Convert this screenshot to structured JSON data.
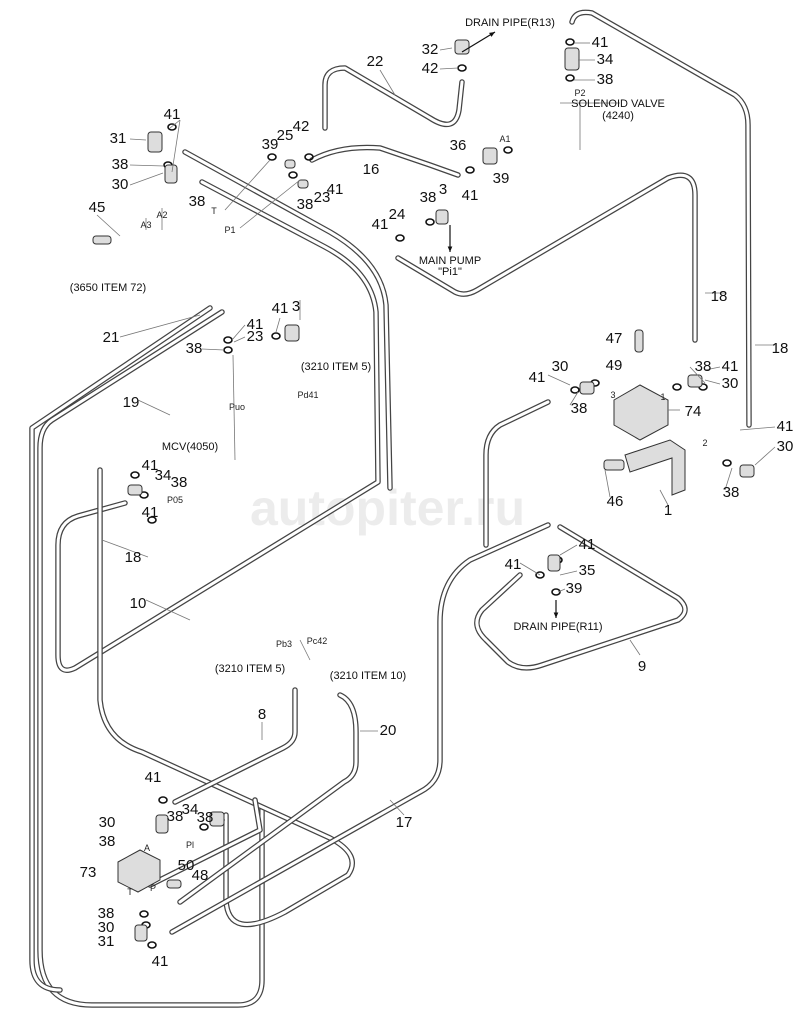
{
  "watermark": "autopiter.ru",
  "notes": [
    "DRAIN PIPE(R13)",
    "SOLENOID VALVE",
    "(4240)",
    "MAIN PUMP",
    "\"Pi1\"",
    "(3650 ITEM 72)",
    "(3210 ITEM 5)",
    "MCV(4050)",
    "(3210 ITEM 5)",
    "(3210 ITEM 10)",
    "DRAIN PIPE(R11)"
  ],
  "ports": [
    "P2",
    "A3",
    "A2",
    "T",
    "P1",
    "A1",
    "Pd41",
    "Puo",
    "P05",
    "Pb3",
    "Pc42",
    "A",
    "Pl",
    "P",
    "T",
    "3",
    "1",
    "2"
  ],
  "callouts": [
    "32",
    "42",
    "22",
    "41",
    "34",
    "38",
    "41",
    "31",
    "38",
    "30",
    "45",
    "38",
    "39",
    "25",
    "42",
    "16",
    "38",
    "23",
    "41",
    "36",
    "39",
    "41",
    "38",
    "3",
    "24",
    "41",
    "21",
    "41",
    "23",
    "38",
    "41",
    "3",
    "19",
    "41",
    "34",
    "38",
    "41",
    "18",
    "10",
    "8",
    "20",
    "17",
    "41",
    "30",
    "38",
    "38",
    "34",
    "38",
    "73",
    "50",
    "48",
    "38",
    "30",
    "31",
    "41",
    "18",
    "47",
    "49",
    "30",
    "41",
    "38",
    "38",
    "41",
    "30",
    "74",
    "18",
    "41",
    "30",
    "38",
    "46",
    "1",
    "41",
    "41",
    "35",
    "39",
    "9"
  ],
  "colors": {
    "line": "#444444",
    "text": "#111111"
  }
}
